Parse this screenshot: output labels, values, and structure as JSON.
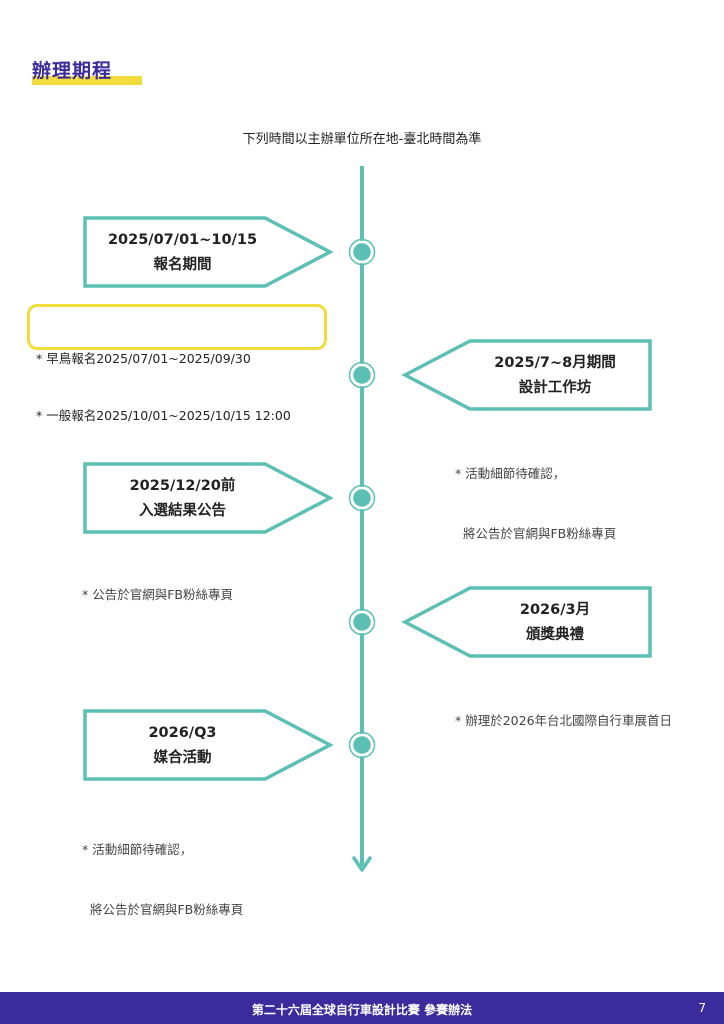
{
  "header": {
    "title": "辦理期程"
  },
  "subtitle": "下列時間以主辦單位所在地-臺北時間為準",
  "events": [
    {
      "date": "2025/07/01~10/15",
      "name": "報名期間",
      "notes": [
        "* 早鳥報名2025/07/01~2025/09/30",
        "* 一般報名2025/10/01~2025/10/15 12:00"
      ]
    },
    {
      "date": "2025/7~8月期間",
      "name": "設計工作坊",
      "notes": [
        "* 活動細節待確認，",
        "  將公告於官網與FB粉絲專頁"
      ]
    },
    {
      "date": "2025/12/20前",
      "name": "入選結果公告",
      "notes": [
        "* 公告於官網與FB粉絲專頁"
      ]
    },
    {
      "date": "2026/3月",
      "name": "頒獎典禮",
      "notes": [
        "* 辦理於2026年台北國際自行車展首日"
      ]
    },
    {
      "date": "2026/Q3",
      "name": "媒合活動",
      "notes": [
        "* 活動細節待確認，",
        "  將公告於官網與FB粉絲專頁"
      ]
    }
  ],
  "colors": {
    "teal": "#5cbfb3",
    "purple": "#3b2b9c",
    "yellow": "#f0dc3a"
  },
  "footer": {
    "title": "第二十六屆全球自行車設計比賽 參賽辦法",
    "page": "7"
  }
}
